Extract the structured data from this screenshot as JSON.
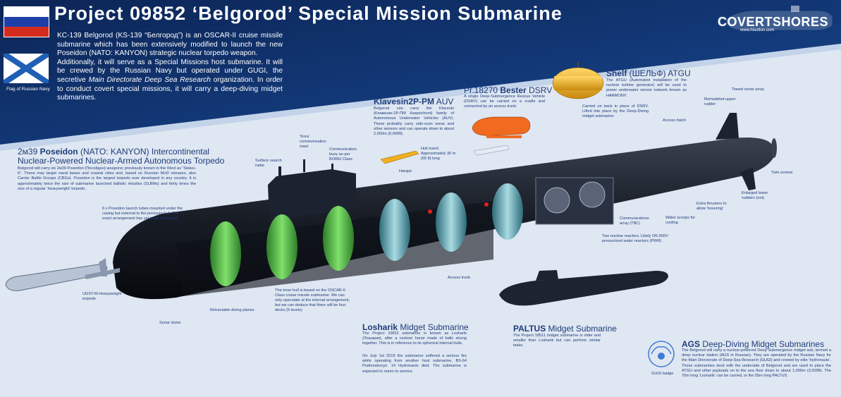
{
  "title": "Project 09852 ‘Belgorod’ Special Mission Submarine",
  "intro": {
    "p1": "KC-139 Belgorod (KS-139 “Белгород”) is an OSCAR-II cruise missile submarine which has been extensively modified to launch the new Poseidon (NATO: KANYON) strategic nuclear torpedo weapon.",
    "p2_a": "Additionally, it will serve as a Special Missions host submarine. It will be crewed by the Russian Navy but operated under GUGI, the secretive ",
    "p2_em": "Main Directorate Deep Sea Research",
    "p2_b": " organization. In order to conduct covert special missions, it will carry a deep-diving midget submarines."
  },
  "flag_navy_caption": "Flag of Russian Navy",
  "logo": {
    "name": "COVERTSHORES",
    "url": "www.hisutton.com"
  },
  "poseidon": {
    "title_prefix": "2м39 ",
    "title_bold": "Poseidon",
    "title_rest": " (NATO: KANYON) Intercontinental",
    "title_line2": "Nuclear-Powered Nuclear-Armed Autonomous Torpedo",
    "text": "Belgorod will carry six 2м39 Poseidon (Посейдон) weapons; previously known in the West as “Status-6”. These may target naval bases and coastal cities and, based on Russian MoD releases, also Carrier Battle Groups (CBGs). Poseidon is the largest torpedo ever developed in any country. It is approximately twice the size of submarine launched ballistic missiles (SLBMs) and thirty times the size of a regular ‘heavyweight’ torpedo."
  },
  "klavesin": {
    "title_bold": "Klavesin2P-PM",
    "title_rest": " AUV",
    "text": "Belgorod can carry the Klavesin (Клавесин-2P-ПМ Harpsichord) family of Autonomous Underwater Vehicles (AUV). These probably carry side-scan sonar and other sensors and can operate down to about 2,000m (6,000ft)."
  },
  "bester": {
    "title_prefix": "Pr.18270 ",
    "title_bold": "Bester",
    "title_rest": " DSRV",
    "text": "A single Deep-Submergence Rescue Vehicle (DSRV) can be carried on a cradle and connected by an access trunk."
  },
  "shelf": {
    "title_bold": "Shelf",
    "title_rest": " (ШЕЛЬФ) ATGU",
    "text1": "The ATGU (Automated installation of the nuclear turbine generator) will be used to power underwater sensor network known as HARMONY.",
    "text2": "Carried on back in place of DSRV. Lifted into place by the Deep-Diving midget submarine."
  },
  "losharik": {
    "title_bold": "Losharik",
    "title_rest": " Midget Submarine",
    "text1": "The Project 10831 submarine is known as Losharik (Лошарик), after a cartoon horse made of balls strung together. This is in reference to its spherical internal hulls.",
    "text2": "On July 1st 2019 the submarine suffered a serious fire while operating from another host submarine, BS-64 Podmoskovye. 14 Hydronauts died. The submarine is expected to return to service."
  },
  "paltus": {
    "title_bold": "PALTUS",
    "title_rest": " Midget Submarine",
    "text": "The Project 18511 midget submarine is older and smaller than Losharik but can perform similar tasks."
  },
  "ags": {
    "title_bold": "AGS",
    "title_rest": " Deep-Diving Midget Submarines",
    "text": "The Belgorod will carry a nuclear-powered Deep Submergence midget sub, termed a deep nuclear station (AGS in Russian). They are operated by the Russian Navy for the Main Directorate of Deep-Sea Research (GUGI) and crewed by elite ‘hydronauts’. These submarines dock with the underside of Belgorod and are used to place the ATGU and other payloads on to the sea floor down to about 1,000m (3,000ft). The 70m long ‘Losharik’ can be carried, or the 55m long PALTUS",
    "badge": "GUGI badge"
  },
  "labels": {
    "surface_search_radar": "Surface search radar",
    "kora": "‘Kora’ communication mast",
    "comm_buoy": "Communication buoy as-per BOREI Class",
    "hull_insert": "Hull insert. Approximately 30 m (65 ft) long",
    "hangar": "Hangar",
    "remodeled_upper_rudder": "Remodeled upper rudder",
    "towed_sonar": "Towed sonar array",
    "access_hatch": "Access hatch",
    "twin_screws": "Twin screws",
    "enlarged_rudders": "Enlarged lower rudders (not)",
    "extra_thrusters": "Extra thrusters to allow ‘hovering’",
    "water_scoops": "Water scoops for cooling",
    "comm_array": "Communications array (TBC)",
    "reactors": "Two nuclear reactors. Likely OK-650V pressurized water reactors (PWR)",
    "poseidon_tubes": "6 x Poseidon launch tubes mounted under the casing but external to the pressure hull. The exact arrangement has yet to be confirmed",
    "ugst": "UGST-M Heavyweight torpedo",
    "retractable_planes": "Retractable diving planes",
    "sonar_dome": "Sonar dome",
    "inner_hull": "The inner hull is based on the OSCAR-II Class cruise missile submarine. We can only speculate at the internal arrangement, but we can deduce that there will be four decks (5 levels)",
    "access_trunk": "Access trunk"
  },
  "colors": {
    "sky_dark": "#0e2a5c",
    "panel_light": "#dfe7f2",
    "accent_blue": "#1f5fb4",
    "hull_black": "#151a22",
    "section_green": "#58c24a",
    "orange": "#f06a20",
    "yellow": "#f0b020"
  }
}
